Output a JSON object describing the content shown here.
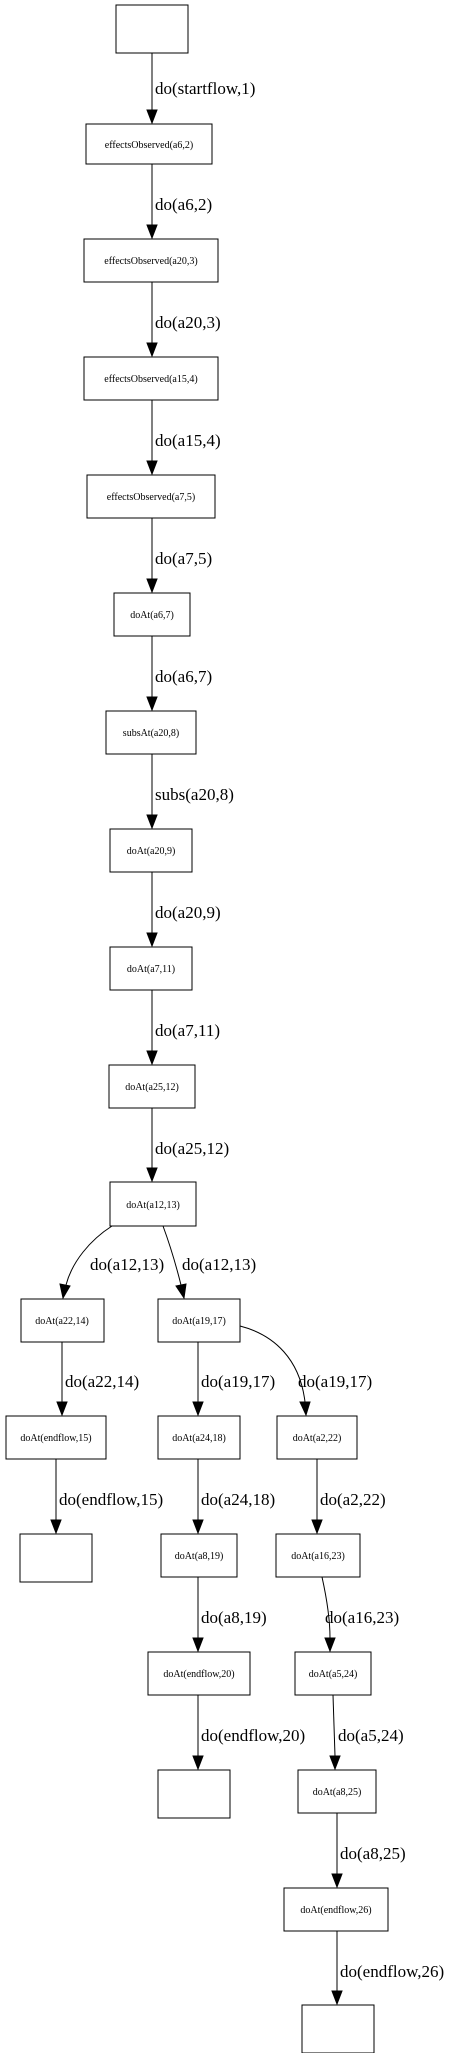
{
  "nodes": {
    "n0": "",
    "n1": "effectsObserved(a6,2)",
    "n2": "effectsObserved(a20,3)",
    "n3": "effectsObserved(a15,4)",
    "n4": "effectsObserved(a7,5)",
    "n5": "doAt(a6,7)",
    "n6": "subsAt(a20,8)",
    "n7": "doAt(a20,9)",
    "n8": "doAt(a7,11)",
    "n9": "doAt(a25,12)",
    "n10": "doAt(a12,13)",
    "n11": "doAt(a22,14)",
    "n12": "doAt(a19,17)",
    "n13": "doAt(endflow,15)",
    "n14": "",
    "n15": "doAt(a24,18)",
    "n16": "doAt(a2,22)",
    "n17": "doAt(a8,19)",
    "n18": "doAt(a16,23)",
    "n19": "doAt(endflow,20)",
    "n20": "doAt(a5,24)",
    "n21": "",
    "n22": "doAt(a8,25)",
    "n23": "doAt(endflow,26)",
    "n24": ""
  },
  "edges": {
    "e1": "do(startflow,1)",
    "e2": "do(a6,2)",
    "e3": "do(a20,3)",
    "e4": "do(a15,4)",
    "e5": "do(a7,5)",
    "e6": "do(a6,7)",
    "e7": "subs(a20,8)",
    "e8": "do(a20,9)",
    "e9": "do(a7,11)",
    "e10": "do(a25,12)",
    "e11": "do(a12,13)",
    "e12": "do(a12,13)",
    "e13": "do(a22,14)",
    "e14": "do(a19,17)",
    "e15": "do(a19,17)",
    "e16": "do(endflow,15)",
    "e17": "do(a24,18)",
    "e18": "do(a2,22)",
    "e19": "do(a8,19)",
    "e20": "do(a16,23)",
    "e21": "do(endflow,20)",
    "e22": "do(a5,24)",
    "e23": "do(a8,25)",
    "e24": "do(endflow,26)"
  }
}
